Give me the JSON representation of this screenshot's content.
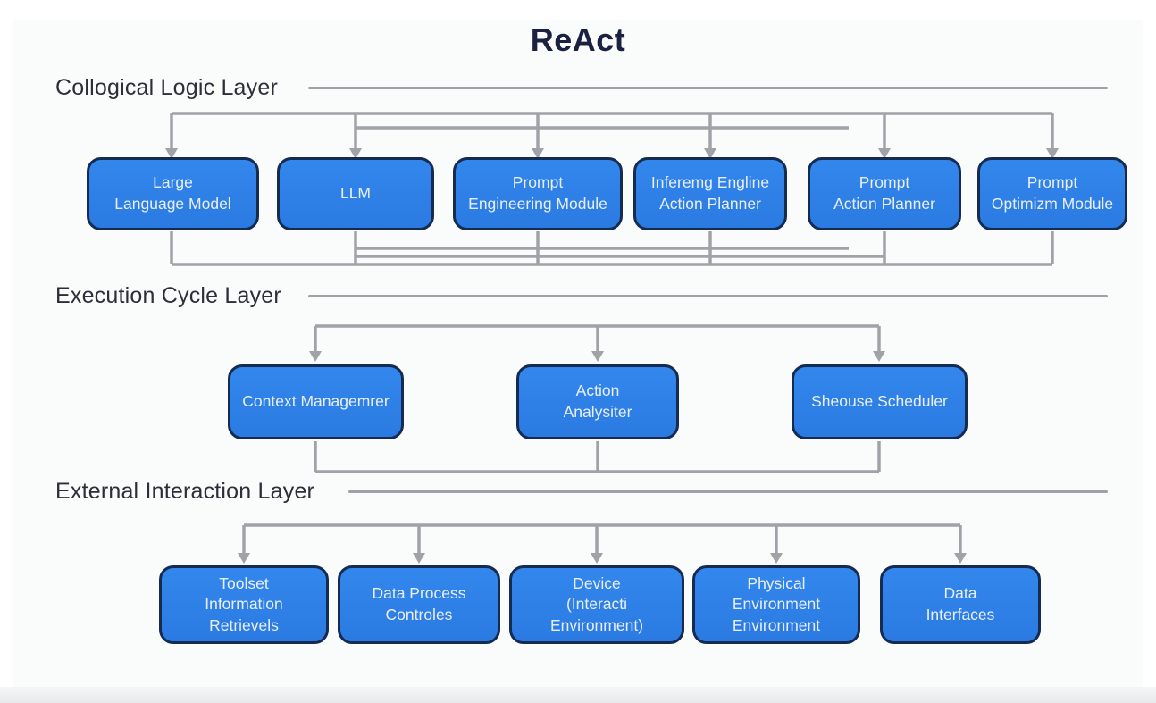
{
  "title": "ReAct",
  "colors": {
    "node_fill": "#2e7fe6",
    "node_border": "#152b50",
    "node_text": "#e9effa",
    "connector": "#9fa3a8",
    "title_text": "#1b2140",
    "layer_label_text": "#2b2f38",
    "panel_background": "#fafbfb"
  },
  "layers": [
    {
      "label": "Collogical Logic Layer",
      "nodes": [
        "Large\nLanguage Model",
        "LLM",
        "Prompt\nEngineering Module",
        "Inferemg Engline\nAction Planner",
        "Prompt\nAction Planner",
        "Prompt\nOptimizm Module"
      ]
    },
    {
      "label": "Execution Cycle Layer",
      "nodes": [
        "Context Managemrer",
        "Action\nAnalysiter",
        "Sheouse Scheduler"
      ]
    },
    {
      "label": "External Interaction Layer",
      "nodes": [
        "Toolset\nInformation Retrievels",
        "Data Process\nControles",
        "Device\n(Interacti Environment)",
        "Physical Environment\nEnvironment",
        "Data\nInterfaces"
      ]
    }
  ]
}
